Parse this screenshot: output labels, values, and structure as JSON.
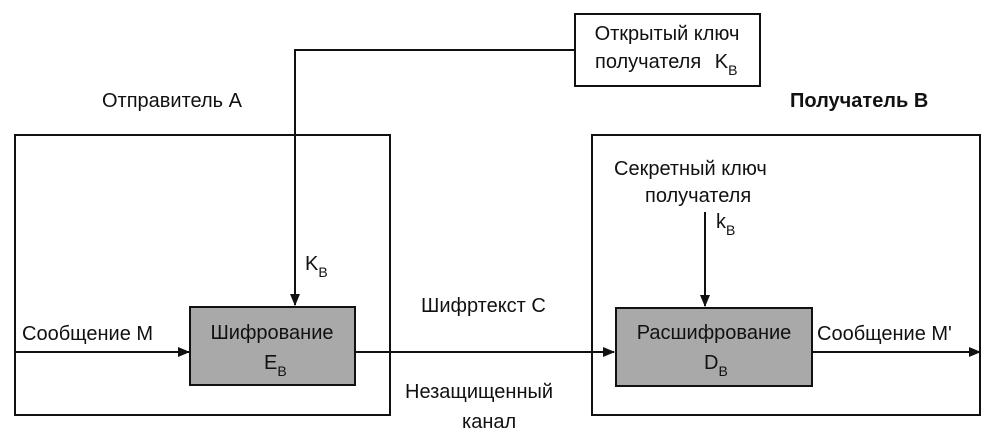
{
  "sender": {
    "label": "Отправитель А"
  },
  "receiver": {
    "label": "Получатель В"
  },
  "public_key": {
    "line1": "Открытый ключ",
    "line2": "получателя",
    "symbol": "K",
    "subscript": "B"
  },
  "secret_key": {
    "line1": "Секретный ключ",
    "line2": "получателя",
    "symbol": "k",
    "subscript": "B"
  },
  "sender_key": {
    "symbol": "K",
    "subscript": "B"
  },
  "encryption": {
    "label": "Шифрование",
    "symbol": "E",
    "subscript": "B"
  },
  "decryption": {
    "label": "Расшифрование",
    "symbol": "D",
    "subscript": "B"
  },
  "message_in": "Сообщение М",
  "message_out": "Сообщение М'",
  "ciphertext": "Шифртекст С",
  "channel": {
    "line1": "Незащищенный",
    "line2": "канал"
  },
  "colors": {
    "process_fill": "#a9a9a9",
    "stroke": "#111111"
  }
}
